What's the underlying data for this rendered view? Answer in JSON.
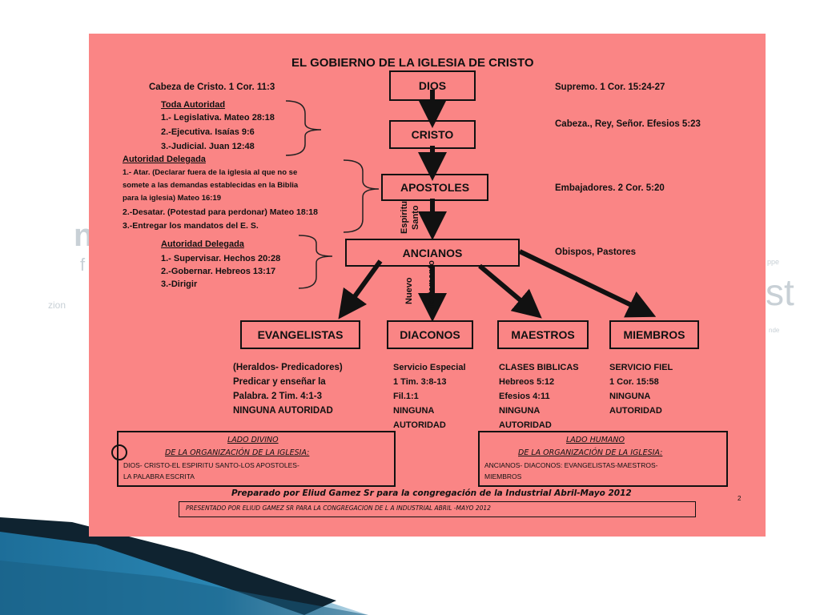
{
  "title": "EL GOBIERNO DE LA IGLESIA  DE CRISTO",
  "background_fragments": [
    "n",
    "f",
    "zion",
    "st",
    "ppe",
    "nde"
  ],
  "nodes": {
    "dios": "DIOS",
    "cristo": "CRISTO",
    "apostoles": "APOSTOLES",
    "ancianos": "ANCIANOS",
    "evangelistas": "EVANGELISTAS",
    "diaconos": "DIACONOS",
    "maestros": "MAESTROS",
    "miembros": "MIEMBROS"
  },
  "arrow_labels": {
    "espiritu": "Espiritu",
    "santo": "Santo",
    "nuevo": "Nuevo",
    "testamento": "Testamento"
  },
  "left": {
    "cabeza": "Cabeza de Cristo. 1 Cor. 11:3",
    "toda_title": "Toda Autoridad",
    "toda_items": [
      "1.- Legislativa. Mateo 28:18",
      "2.-Ejecutiva. Isaías 9:6",
      "3.-Judicial. Juan 12:48"
    ],
    "delegada1_title": "Autoridad Delegada",
    "delegada1_items": [
      "1.- Atar. (Declarar fuera de la iglesia al que no se",
      "somete a las demandas establecidas en la Biblia",
      "para la iglesia) Mateo 16:19",
      "2.-Desatar. (Potestad para perdonar) Mateo 18:18",
      "3.-Entregar los mandatos del E. S."
    ],
    "delegada2_title": "Autoridad Delegada",
    "delegada2_items": [
      "1.- Supervisar. Hechos 20:28",
      "2.-Gobernar. Hebreos 13:17",
      "3.-Dirigir"
    ]
  },
  "right": {
    "supremo": "Supremo. 1 Cor. 15:24-27",
    "cabeza_rey": "Cabeza., Rey, Señor. Efesios 5:23",
    "embajadores": "Embajadores. 2 Cor. 5:20",
    "obispos": "Obispos, Pastores"
  },
  "descriptions": {
    "evangelistas": [
      "(Heraldos- Predicadores)",
      "Predicar y enseñar la",
      "Palabra. 2 Tim. 4:1-3",
      "NINGUNA AUTORIDAD"
    ],
    "diaconos": [
      "Servicio Especial",
      "1 Tim. 3:8-13",
      "Fil.1:1",
      "NINGUNA",
      "AUTORIDAD"
    ],
    "maestros": [
      "CLASES BIBLICAS",
      "Hebreos 5:12",
      "Efesios 4:11",
      "NINGUNA",
      "AUTORIDAD"
    ],
    "miembros": [
      "SERVICIO FIEL",
      "1 Cor. 15:58",
      "NINGUNA",
      "AUTORIDAD"
    ]
  },
  "lado_divino": {
    "title1": "LADO DIVINO",
    "title2": "DE LA ORGANIZACIÓN DE LA IGLESIA:",
    "body1": "DIOS- CRISTO-EL ESPIRITU SANTO-LOS APOSTOLES-",
    "body2": "LA PALABRA ESCRITA"
  },
  "lado_humano": {
    "title1": "LADO HUMANO",
    "title2": "DE LA ORGANIZACIÓN DE LA IGLESIA:",
    "body1": "ANCIANOS- DIACONOS: EVANGELISTAS-MAESTROS-",
    "body2": "MIEMBROS"
  },
  "preparado": "Preparado por Eliud Gamez Sr para la congregación de la Industrial  Abril-Mayo 2012",
  "presentado": "PRESENTADO POR ELIUD GAMEZ SR   PARA LA CONGREGACION DE L A INDUSTRIAL      ABRIL -MAYO 2012",
  "page_number": "2",
  "colors": {
    "slide_bg": "#fa8585",
    "ink": "#111111",
    "banner": "#1f6f9a"
  }
}
